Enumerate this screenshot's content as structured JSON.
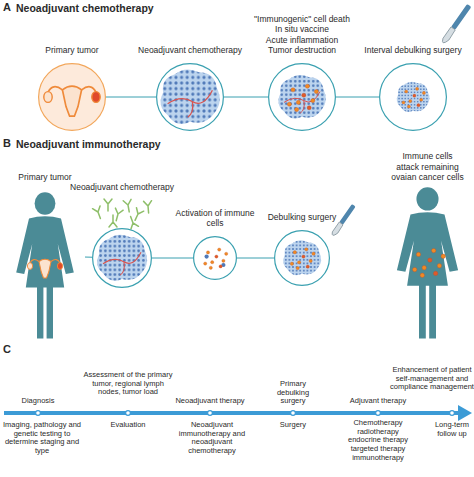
{
  "diagram": {
    "nodes": [
      {
        "text": [
          "Primary tumor"
        ]
      },
      {
        "text": [
          "Neoadjuvant chemotherapy"
        ]
      },
      {
        "text": [
          "\"Immunogenic\" cell death",
          "In situ vaccine",
          "Acute inflammation",
          "Tumor destruction"
        ]
      },
      {
        "text": [
          "Interval debulking surgery"
        ]
      },
      {
        "text": [
          "Primary tumor"
        ]
      },
      {
        "text": [
          "Neoadjuvant chemotherapy"
        ]
      },
      {
        "text": [
          "Activation of immune cells"
        ]
      },
      {
        "text": [
          "Debulking surgery"
        ]
      },
      {
        "text": [
          "Immune cells attack remaining ovaian cancer cells"
        ]
      }
    ],
    "edges": [
      {
        "from": 0,
        "to": 1,
        "arrow": "none"
      },
      {
        "from": 1,
        "to": 2,
        "arrow": "none"
      },
      {
        "from": 2,
        "to": 3,
        "arrow": "none"
      },
      {
        "from": 4,
        "to": 5,
        "arrow": "none"
      },
      {
        "from": 5,
        "to": 6,
        "arrow": "none"
      },
      {
        "from": 6,
        "to": 7,
        "arrow": "none"
      }
    ],
    "labels": [
      "A",
      "Neoadjuvant chemotherapy",
      "B",
      "Neoadjuvant immunotherapy",
      "C",
      "Diagnosis",
      "Assessment of the primary tumor, regional lymph nodes, tumor load",
      "Neoadjuvant therapy",
      "Primary debulking surgery",
      "Adjuvant therapy",
      "Enhancement of patient self-management and compliance management",
      "Imaging, pathology and genetic testing to determine staging and type",
      "Evaluation",
      "Neoadjuvant immunotherapy and neoadjuvant chemotherapy",
      "Surgery",
      "Chemotherapy radiotherapy endocrine therapy targeted therapy immunotherapy",
      "Long-term follow up"
    ]
  }
}
